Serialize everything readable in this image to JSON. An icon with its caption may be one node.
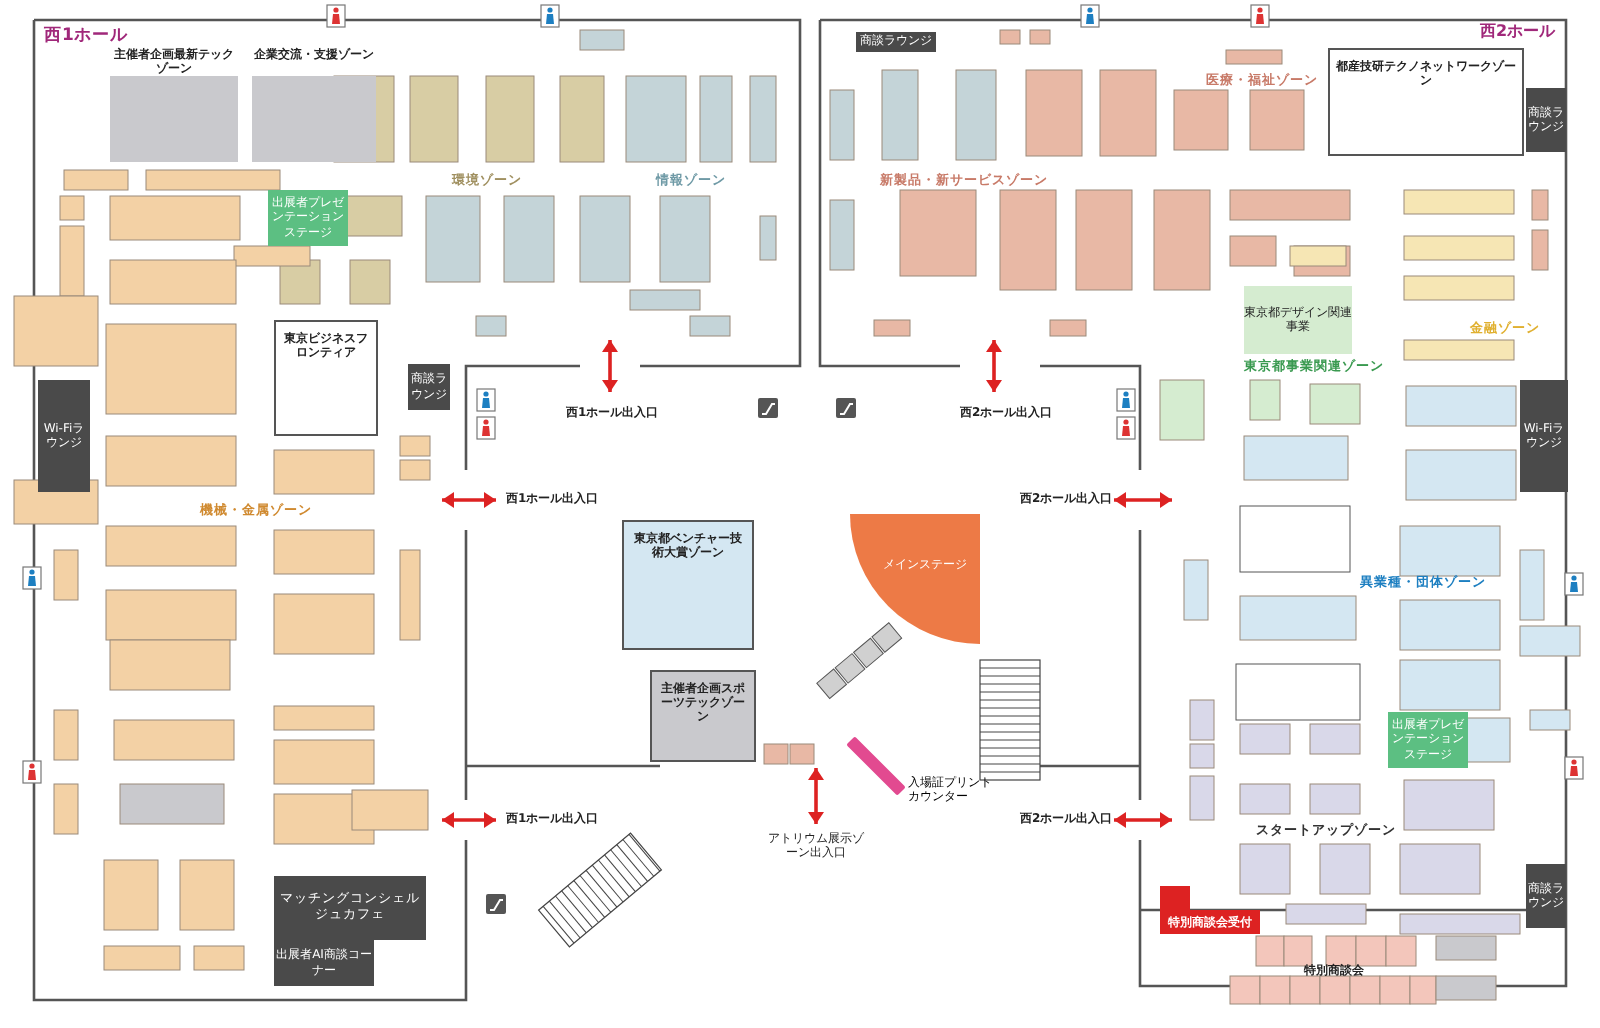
{
  "diagram": {
    "nodes": [
      {
        "text": [
          "主催者企画最新テックゾーン"
        ]
      },
      {
        "text": [
          "企業交流・支援ゾーン"
        ]
      },
      {
        "text": [
          "出展者プレゼンテーションステージ"
        ]
      },
      {
        "text": [
          "東京ビジネスフロンティア"
        ]
      },
      {
        "text": [
          "Wi-Fiラウンジ"
        ]
      },
      {
        "text": [
          "商談ラウンジ"
        ]
      },
      {
        "text": [
          "東京都ベンチャー技術大賞ゾーン"
        ]
      },
      {
        "text": [
          "主催者企画スポーツテックゾーン"
        ]
      },
      {
        "text": [
          "マッチングコンシェルジュカフェ"
        ]
      },
      {
        "text": [
          "出展者AI商談コーナー"
        ]
      },
      {
        "text": [
          "メインステージ"
        ]
      },
      {
        "text": [],
        "shape": "bar",
        "beside": [
          "入場証プリントカウンター"
        ]
      },
      {
        "text": [
          "商談ラウンジ"
        ]
      },
      {
        "text": [
          "都産技研テクノネットワークゾーン"
        ]
      },
      {
        "text": [
          "商談ラウンジ"
        ]
      },
      {
        "text": [
          "東京都デザイン関連事業"
        ]
      },
      {
        "text": [
          "Wi-Fiラウンジ"
        ]
      },
      {
        "text": [
          "出展者プレゼンテーションステージ"
        ]
      },
      {
        "text": [
          "商談ラウンジ"
        ]
      },
      {
        "text": [
          "特別商談会受付"
        ]
      }
    ],
    "labels": [
      "西1ホール",
      "西2ホール",
      "環境ゾーン",
      "情報ゾーン",
      "機械・金属ゾーン",
      "新製品・新サービスゾーン",
      "医療・福祉ゾーン",
      "金融ゾーン",
      "東京都事業関連ゾーン",
      "異業種・団体ゾーン",
      "スタートアップゾーン",
      "西1ホール出入口",
      "西1ホール出入口",
      "西1ホール出入口",
      "西2ホール出入口",
      "西2ホール出入口",
      "西2ホール出入口",
      "アトリウム展示ゾーン出入口",
      "特別商談会"
    ]
  }
}
